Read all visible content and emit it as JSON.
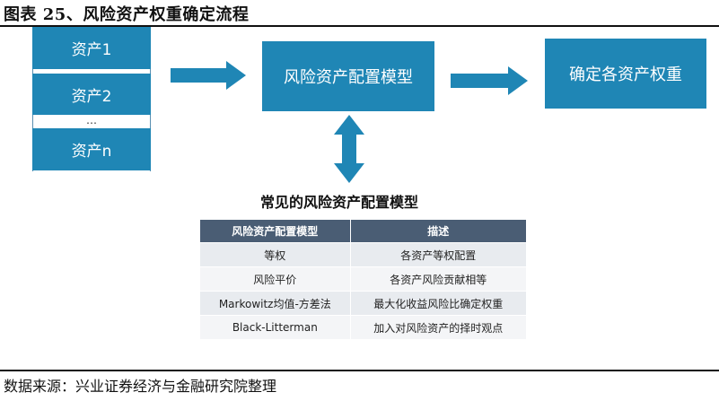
{
  "figure_title": "图表 25、风险资产权重确定流程",
  "inputs": {
    "asset1": "资产1",
    "asset2": "资产2",
    "ellipsis": "…",
    "assetn": "资产n"
  },
  "model_box": "风险资产配置模型",
  "output_box": "确定各资产权重",
  "section_title": "常见的风险资产配置模型",
  "table": {
    "headers": [
      "风险资产配置模型",
      "描述"
    ],
    "rows": [
      [
        "等权",
        "各资产等权配置"
      ],
      [
        "风险平价",
        "各资产风险贡献相等"
      ],
      [
        "Markowitz均值-方差法",
        "最大化收益风险比确定权重"
      ],
      [
        "Black-Litterman",
        "加入对风险资产的择时观点"
      ]
    ]
  },
  "source": "数据来源：兴业证券经济与金融研究院整理",
  "colors": {
    "box_blue": "#1f86b5",
    "header_dark": "#4a5d74",
    "row_light": "#e8ebef"
  }
}
